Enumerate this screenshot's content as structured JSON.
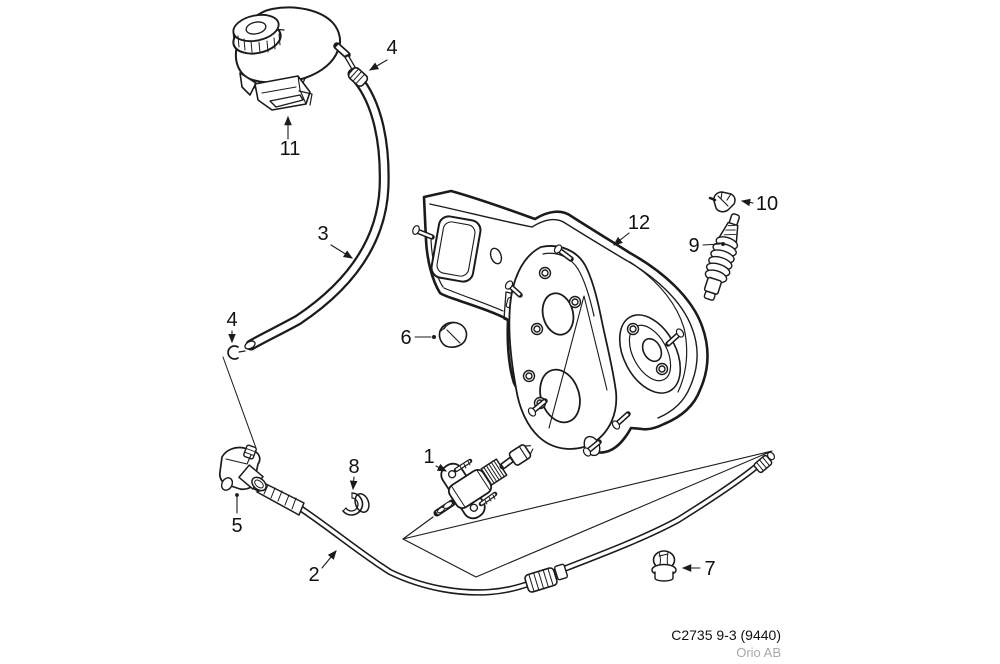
{
  "diagram": {
    "kind": "exploded-parts-diagram",
    "colors": {
      "line": "#1b1b1b",
      "background": "#ffffff",
      "muted_text": "#a9a9a9"
    }
  },
  "callouts": {
    "c1": {
      "label": "1"
    },
    "c2": {
      "label": "2"
    },
    "c3": {
      "label": "3"
    },
    "c4a": {
      "label": "4"
    },
    "c4b": {
      "label": "4"
    },
    "c5": {
      "label": "5"
    },
    "c6": {
      "label": "6"
    },
    "c7": {
      "label": "7"
    },
    "c8": {
      "label": "8"
    },
    "c9": {
      "label": "9"
    },
    "c10": {
      "label": "10"
    },
    "c11": {
      "label": "11"
    },
    "c12": {
      "label": "12"
    }
  },
  "footer": {
    "code": "C2735 9-3 (9440)",
    "company": "Orio AB"
  }
}
